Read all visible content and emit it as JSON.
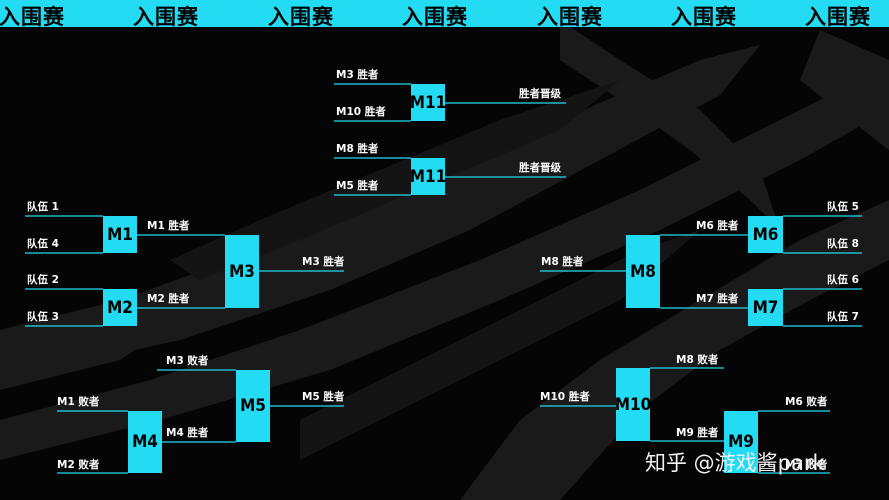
{
  "banner": {
    "text": "入围赛"
  },
  "colors": {
    "accent": "#23dbf2",
    "background": "#050505",
    "line": "#23dbf2"
  },
  "matches": {
    "m1": "M1",
    "m2": "M2",
    "m3": "M3",
    "m4": "M4",
    "m5": "M5",
    "m6": "M6",
    "m7": "M7",
    "m8": "M8",
    "m9": "M9",
    "m10": "M10",
    "m11a": "M11",
    "m11b": "M11"
  },
  "labels": {
    "top_m3_winner": "M3 胜者",
    "top_m10_winner": "M10 胜者",
    "top_advance_1": "胜者晋级",
    "top_m8_winner": "M8 胜者",
    "top_m5_winner": "M5 胜者",
    "top_advance_2": "胜者晋级",
    "team1": "队伍 1",
    "team4": "队伍 4",
    "team2": "队伍 2",
    "team3": "队伍 3",
    "m1_winner": "M1 胜者",
    "m2_winner": "M2 胜者",
    "m3_winner_out": "M3 胜者",
    "m3_loser": "M3 败者",
    "m1_loser": "M1 败者",
    "m4_winner": "M4 胜者",
    "m2_loser": "M2 败者",
    "m5_winner_out": "M5 胜者",
    "team5": "队伍 5",
    "team8": "队伍 8",
    "team6": "队伍 6",
    "team7": "队伍 7",
    "m6_winner": "M6 胜者",
    "m7_winner": "M7 胜者",
    "m8_winner_out": "M8 胜者",
    "m8_loser": "M8 败者",
    "m10_winner_out": "M10 胜者",
    "m9_winner": "M9 胜者",
    "m6_loser": "M6 败者",
    "m7_loser": "M7 败者"
  },
  "watermark": "知乎 @游戏酱park"
}
